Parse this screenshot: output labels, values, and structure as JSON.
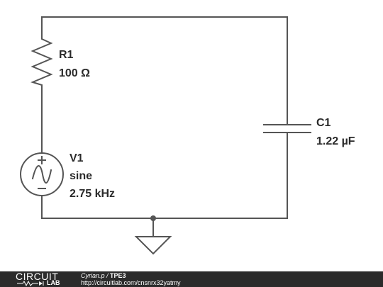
{
  "components": {
    "r1": {
      "name": "R1",
      "value": "100 Ω"
    },
    "c1": {
      "name": "C1",
      "value": "1.22 µF"
    },
    "v1": {
      "name": "V1",
      "type": "sine",
      "frequency": "2.75 kHz"
    }
  },
  "footer": {
    "logo_top": "CIRCUIT",
    "logo_bottom": "LAB",
    "user": "Cyrian.p",
    "separator": " / ",
    "title": "TPE3",
    "url": "http://circuitlab.com/cnsnrx32yatmy"
  },
  "colors": {
    "wire": "#555555",
    "label": "#2a2a2a",
    "footer_bg": "#2b2b2b"
  }
}
